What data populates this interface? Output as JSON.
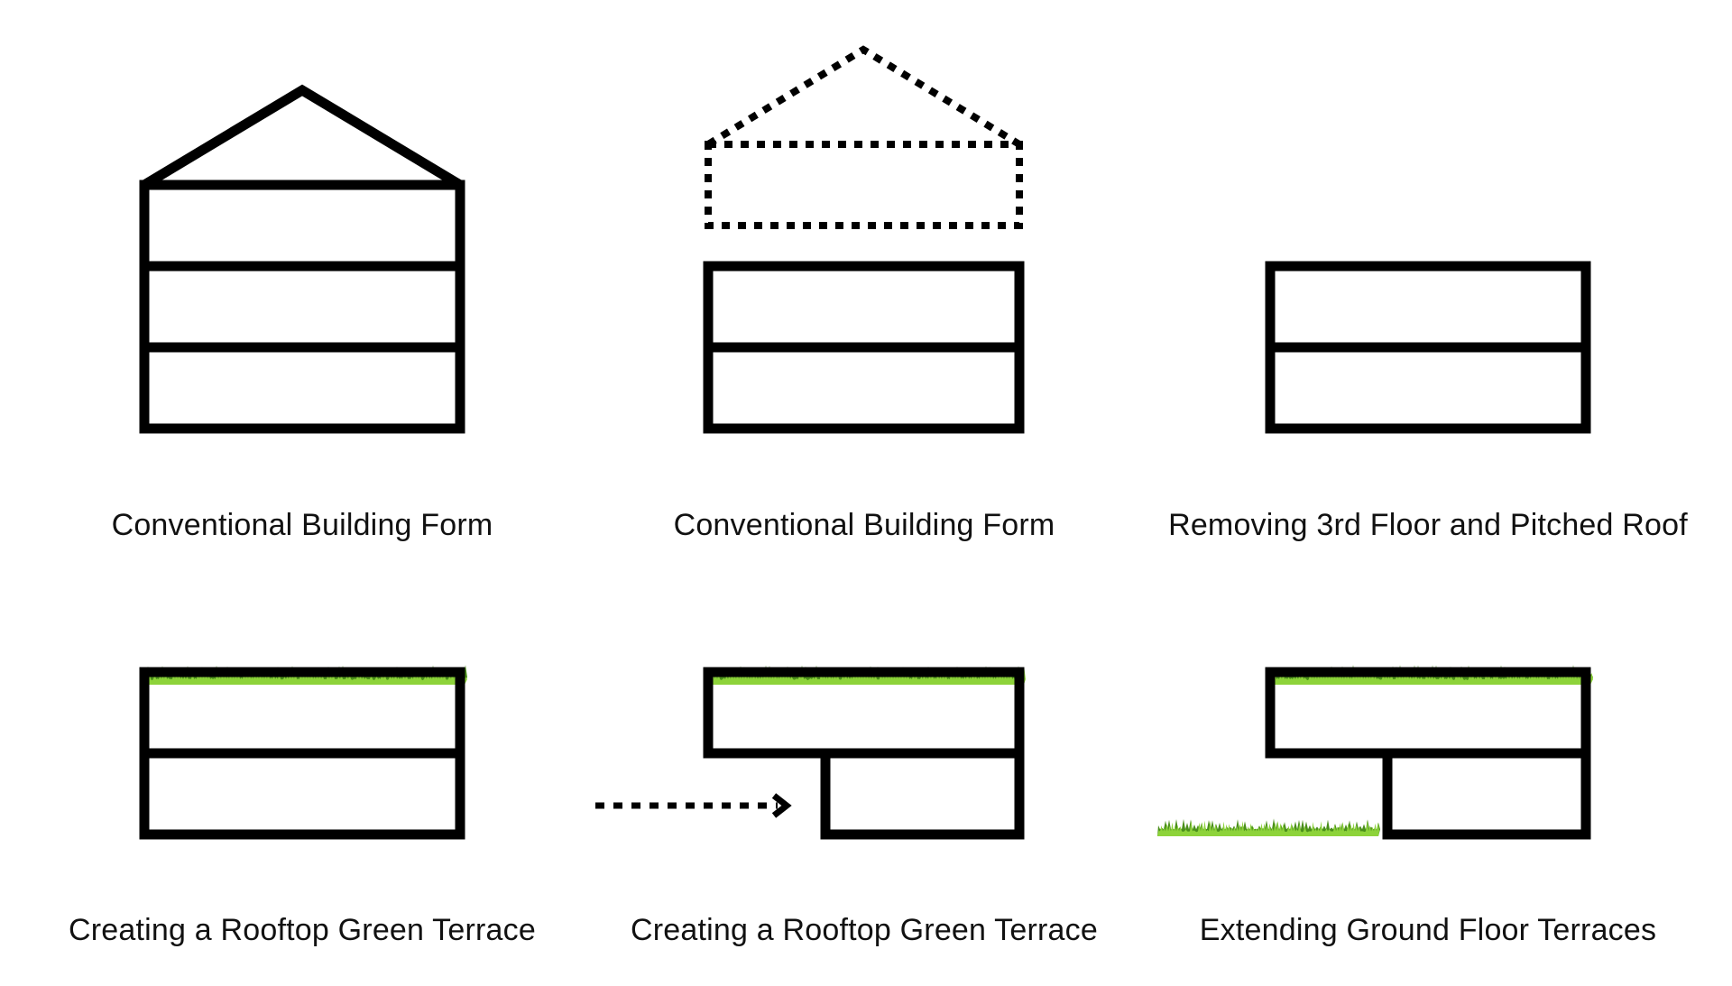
{
  "panels": [
    {
      "caption": "Conventional Building Form"
    },
    {
      "caption": "Conventional Building Form"
    },
    {
      "caption": "Removing 3rd Floor and Pitched Roof"
    },
    {
      "caption": "Creating a Rooftop Green Terrace"
    },
    {
      "caption": "Creating a Rooftop Green Terrace"
    },
    {
      "caption": "Extending Ground Floor Terraces"
    }
  ],
  "colors": {
    "line": "#000000",
    "grass_light": "#8dd33a",
    "grass_dark": "#4a8f1a",
    "background": "#ffffff"
  }
}
